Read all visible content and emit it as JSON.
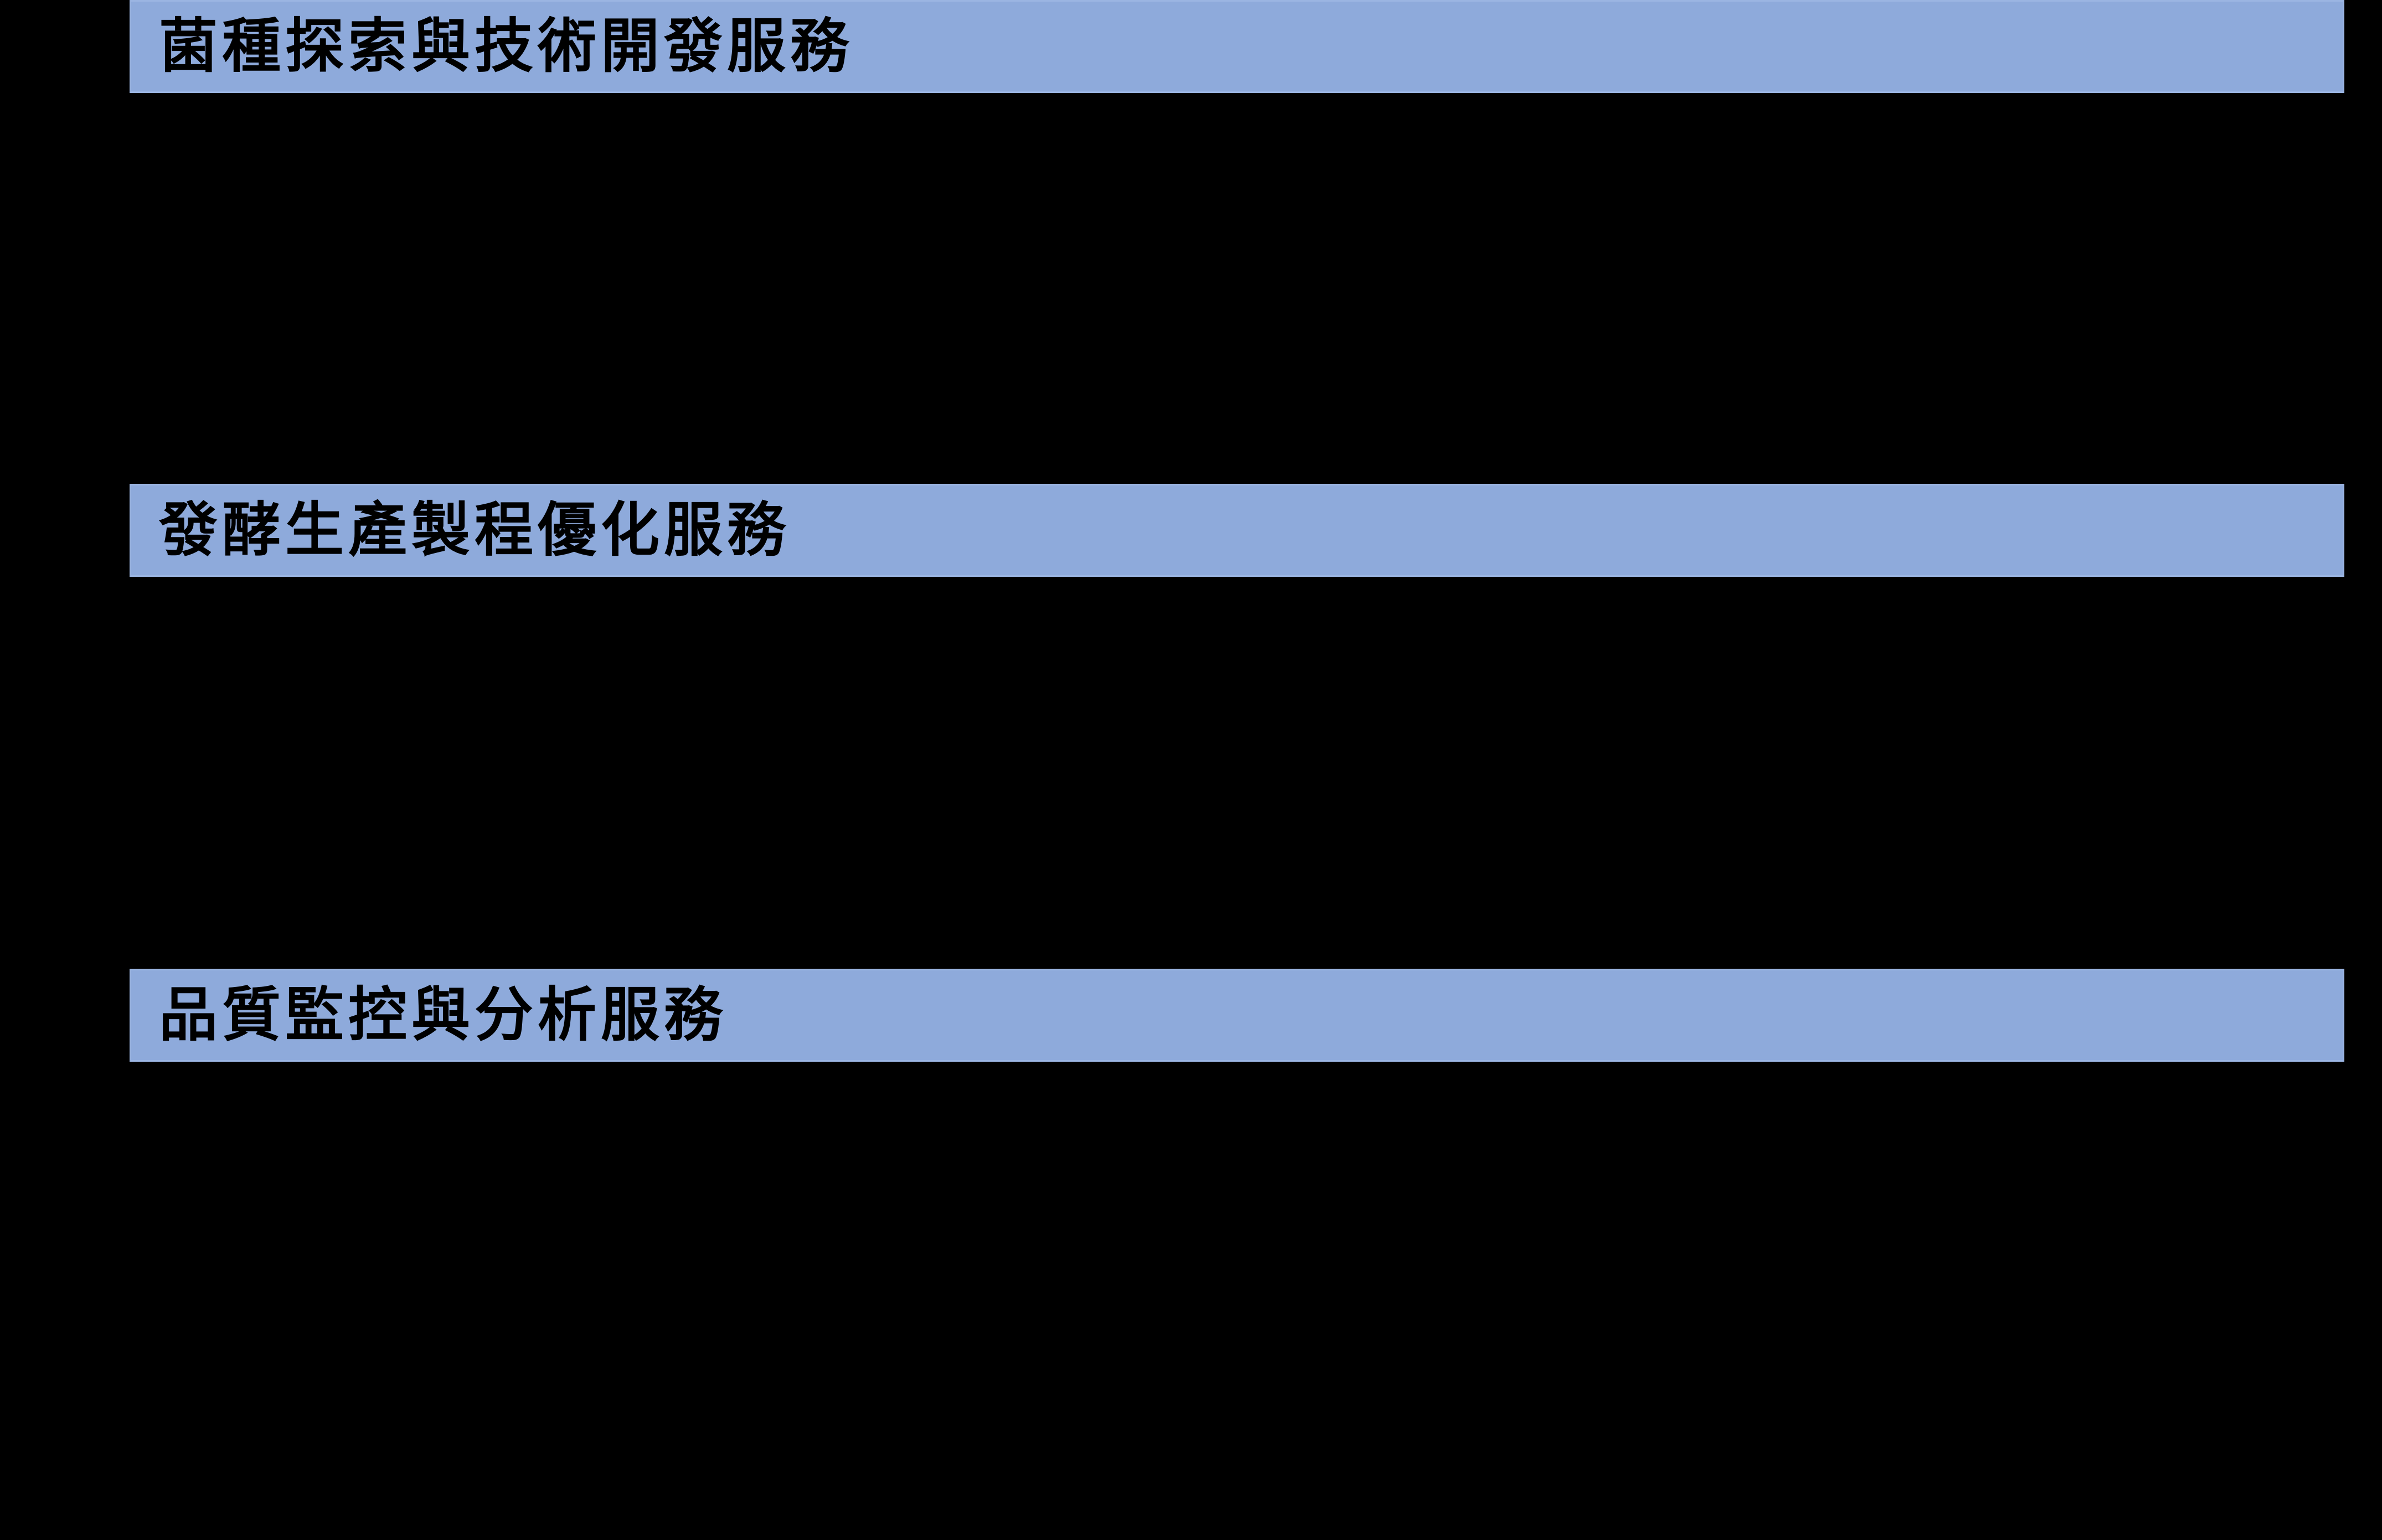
{
  "page": {
    "background_color": "#000000",
    "bar_color": "#8eaadb",
    "bar_border_color": "#9bb5e2",
    "text_color": "#000000"
  },
  "sections": [
    {
      "title": "菌種探索與技術開發服務"
    },
    {
      "title": "發酵生產製程優化服務"
    },
    {
      "title": "品質監控與分析服務"
    }
  ]
}
